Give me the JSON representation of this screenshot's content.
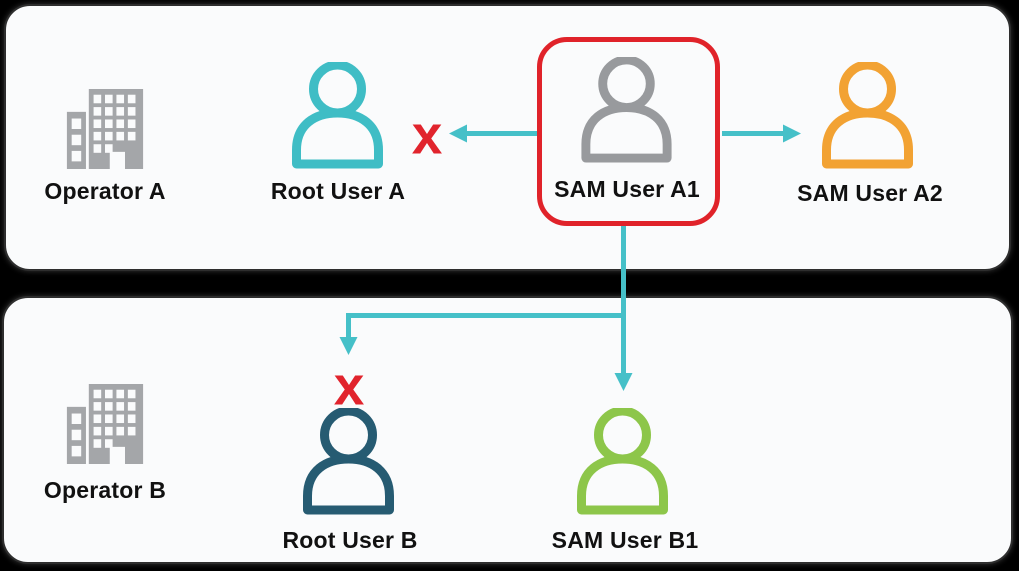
{
  "nodes": {
    "operator_a": {
      "label": "Operator A",
      "type": "organization",
      "color": "#a4a6a9"
    },
    "root_user_a": {
      "label": "Root User A",
      "type": "user",
      "color": "#3fbdc5"
    },
    "sam_user_a1": {
      "label": "SAM User A1",
      "type": "user",
      "color": "#989a9d",
      "highlighted": true
    },
    "sam_user_a2": {
      "label": "SAM User A2",
      "type": "user",
      "color": "#f2a233"
    },
    "operator_b": {
      "label": "Operator B",
      "type": "organization",
      "color": "#a4a6a9"
    },
    "root_user_b": {
      "label": "Root User B",
      "type": "user",
      "color": "#265b72"
    },
    "sam_user_b1": {
      "label": "SAM User B1",
      "type": "user",
      "color": "#8dc64a"
    }
  },
  "relations": [
    {
      "from": "SAM User A1",
      "to": "Root User A",
      "status": "denied"
    },
    {
      "from": "SAM User A1",
      "to": "SAM User A2",
      "status": "allowed"
    },
    {
      "from": "SAM User A1",
      "to": "Root User B",
      "status": "denied"
    },
    {
      "from": "SAM User A1",
      "to": "SAM User B1",
      "status": "allowed"
    }
  ],
  "marks": {
    "denied": "x"
  },
  "colors": {
    "background": "#000000",
    "panel": "#fafbfc",
    "panel_border": "#2e2e2e",
    "arrow": "#45c0c8",
    "denied": "#e1242d",
    "highlight_box": "#e0232a",
    "label_text": "#111111"
  }
}
